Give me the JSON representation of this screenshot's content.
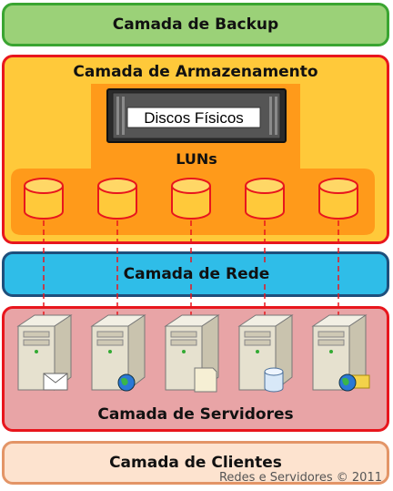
{
  "layers": {
    "backup": "Camada de Backup",
    "storage": "Camada de Armazenamento",
    "network": "Camada de Rede",
    "servers": "Camada de Servidores",
    "clients": "Camada de Clientes"
  },
  "storage": {
    "disks_label": "Discos Físicos",
    "luns_label": "LUNs"
  },
  "watermark": "Redes e Servidores © 2011",
  "colors": {
    "backup_fill": "#9bd178",
    "storage_fill": "#ffc93a",
    "network_fill": "#2fbde8",
    "servers_fill": "#e8a4a6",
    "clients_fill": "#fde3cf",
    "lun_fill": "#ffc93a",
    "lun_stroke": "#e8161d"
  },
  "servers": [
    {
      "badge": "mail-envelope-icon"
    },
    {
      "badge": "globe-icon"
    },
    {
      "badge": "document-icon"
    },
    {
      "badge": "database-icon"
    },
    {
      "badge": "globe-folder-icon"
    }
  ]
}
